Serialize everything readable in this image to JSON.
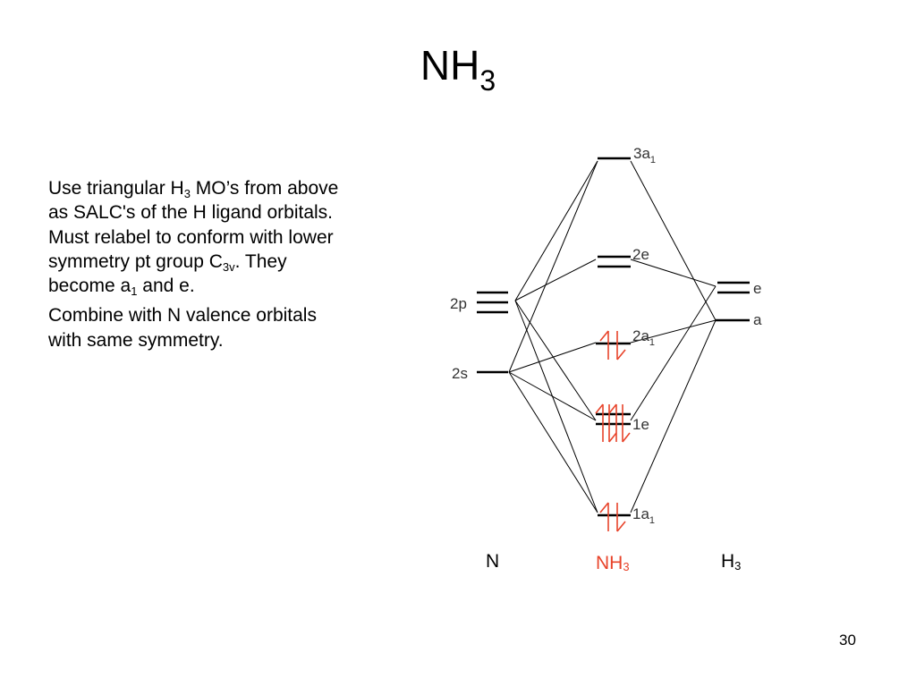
{
  "title": {
    "main": "NH",
    "sub": "3"
  },
  "text": {
    "p1_a": "Use triangular H",
    "p1_a_sub": "3",
    "p1_b": " MO’s from above as SALC's of the H ligand orbitals. Must relabel to conform with lower symmetry pt group C",
    "p1_b_sub": "3v",
    "p1_c": ". They become a",
    "p1_c_sub": "1",
    "p1_d": " and e.",
    "p2": "Combine with N valence orbitals with same symmetry."
  },
  "diagram": {
    "n_levels": {
      "p": "2p",
      "s": "2s"
    },
    "mo_levels": {
      "a3": {
        "main": "3a",
        "sub": "1"
      },
      "e2": "2e",
      "a2": {
        "main": "2a",
        "sub": "1"
      },
      "e1": "1e",
      "a1": {
        "main": "1a",
        "sub": "1"
      }
    },
    "h3_levels": {
      "e": "e",
      "a": "a"
    },
    "columns": {
      "n": "N",
      "nh3": {
        "main": "NH",
        "sub": "3"
      },
      "h3": {
        "main": "H",
        "sub": "3"
      }
    },
    "colors": {
      "line": "#000000",
      "electron": "#e8432a"
    }
  },
  "page_number": "30"
}
